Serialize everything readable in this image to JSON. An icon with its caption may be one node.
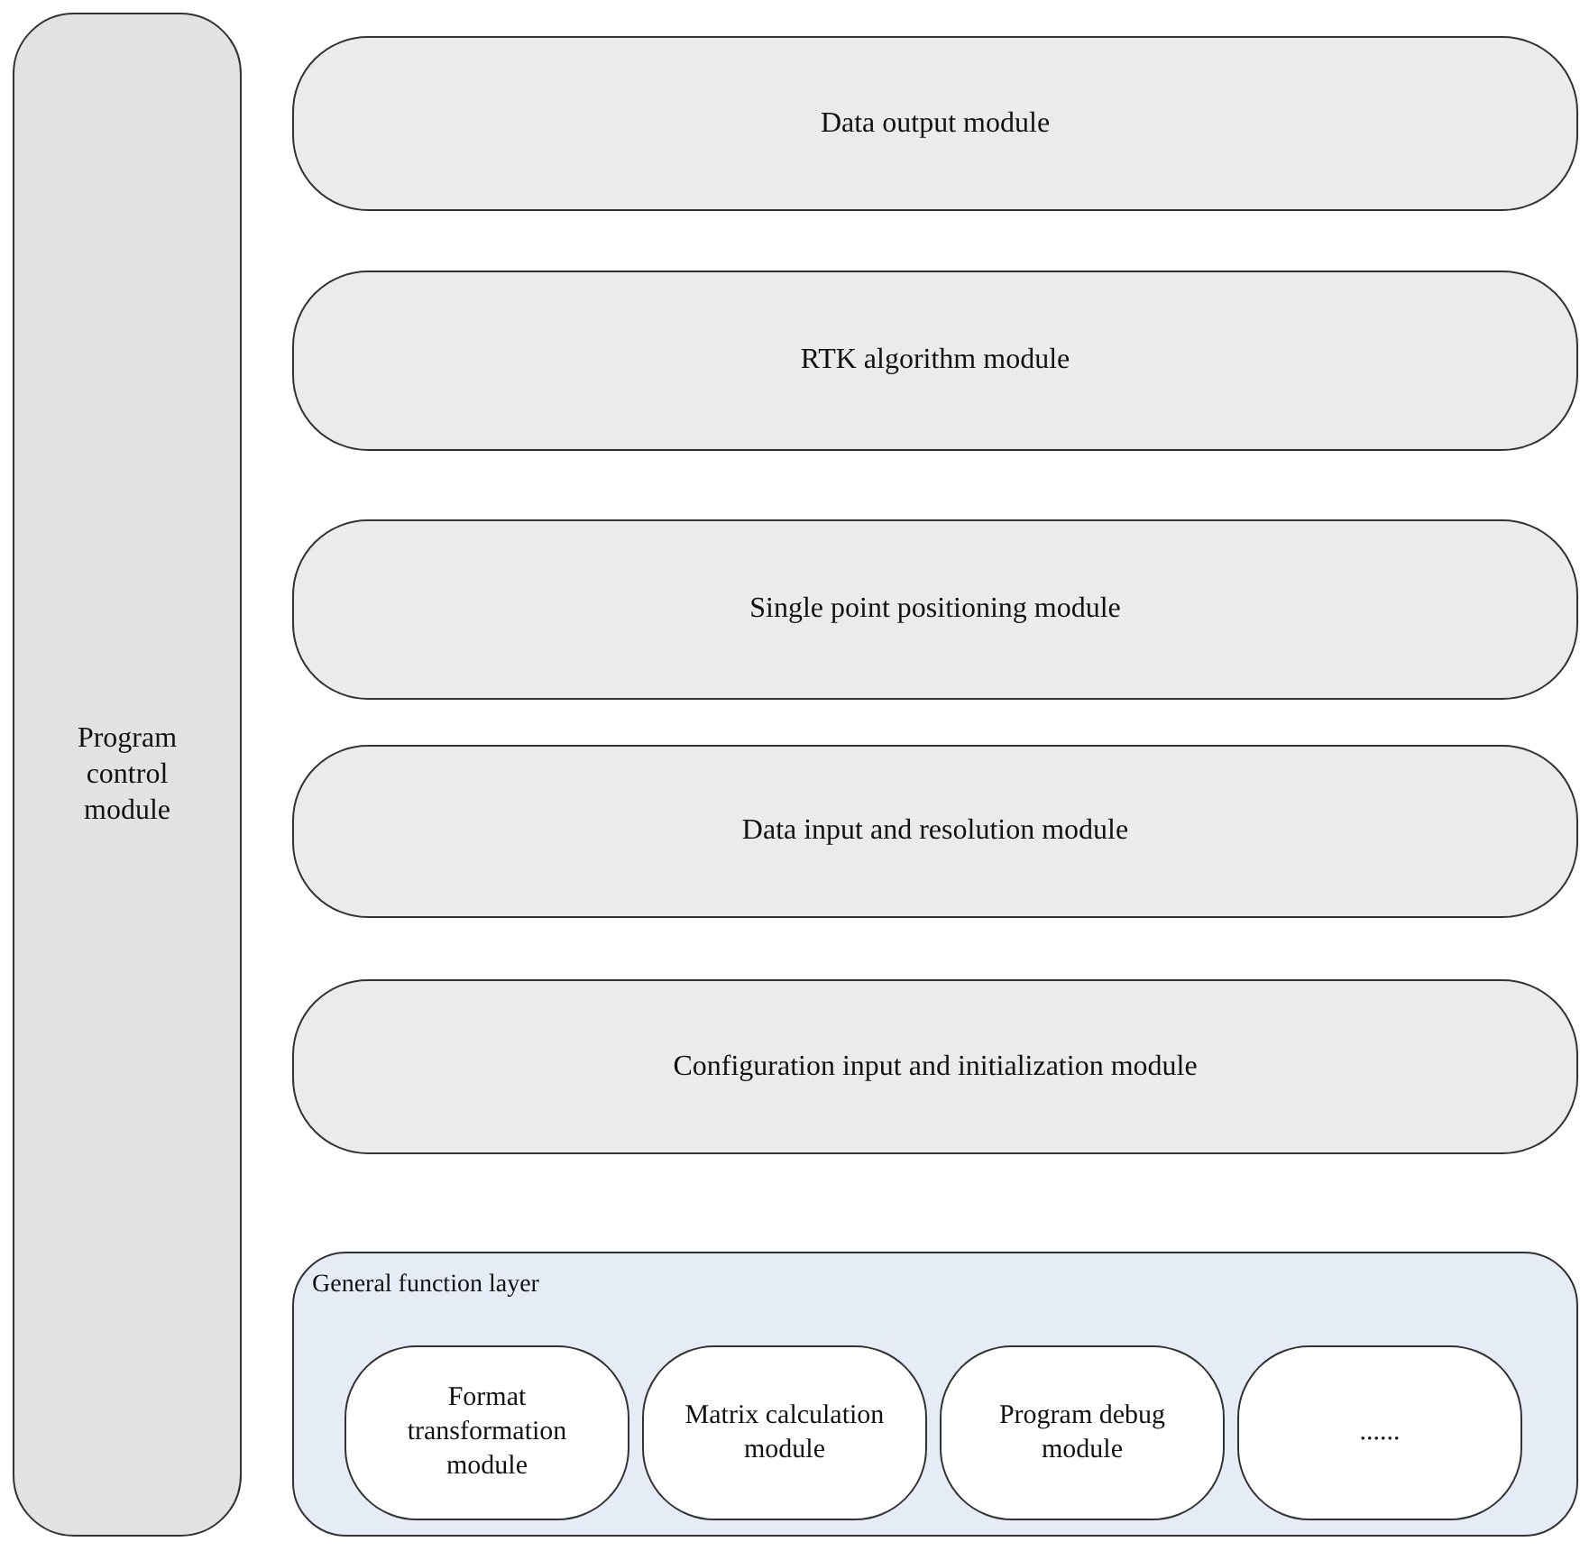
{
  "diagram": {
    "nodes": [
      {
        "text": [
          "Program control module"
        ]
      },
      {
        "text": [
          "Data output module"
        ]
      },
      {
        "text": [
          "RTK algorithm module"
        ]
      },
      {
        "text": [
          "Single point positioning module"
        ]
      },
      {
        "text": [
          "Data input and resolution module"
        ]
      },
      {
        "text": [
          "Configuration input and initialization module"
        ]
      },
      {
        "text": [
          "General function layer"
        ]
      },
      {
        "text": [
          "Format transformation module"
        ],
        "in": 6
      },
      {
        "text": [
          "Matrix calculation module"
        ],
        "in": 6
      },
      {
        "text": [
          "Program debug module"
        ],
        "in": 6
      },
      {
        "text": [
          "......"
        ],
        "in": 6
      }
    ]
  }
}
